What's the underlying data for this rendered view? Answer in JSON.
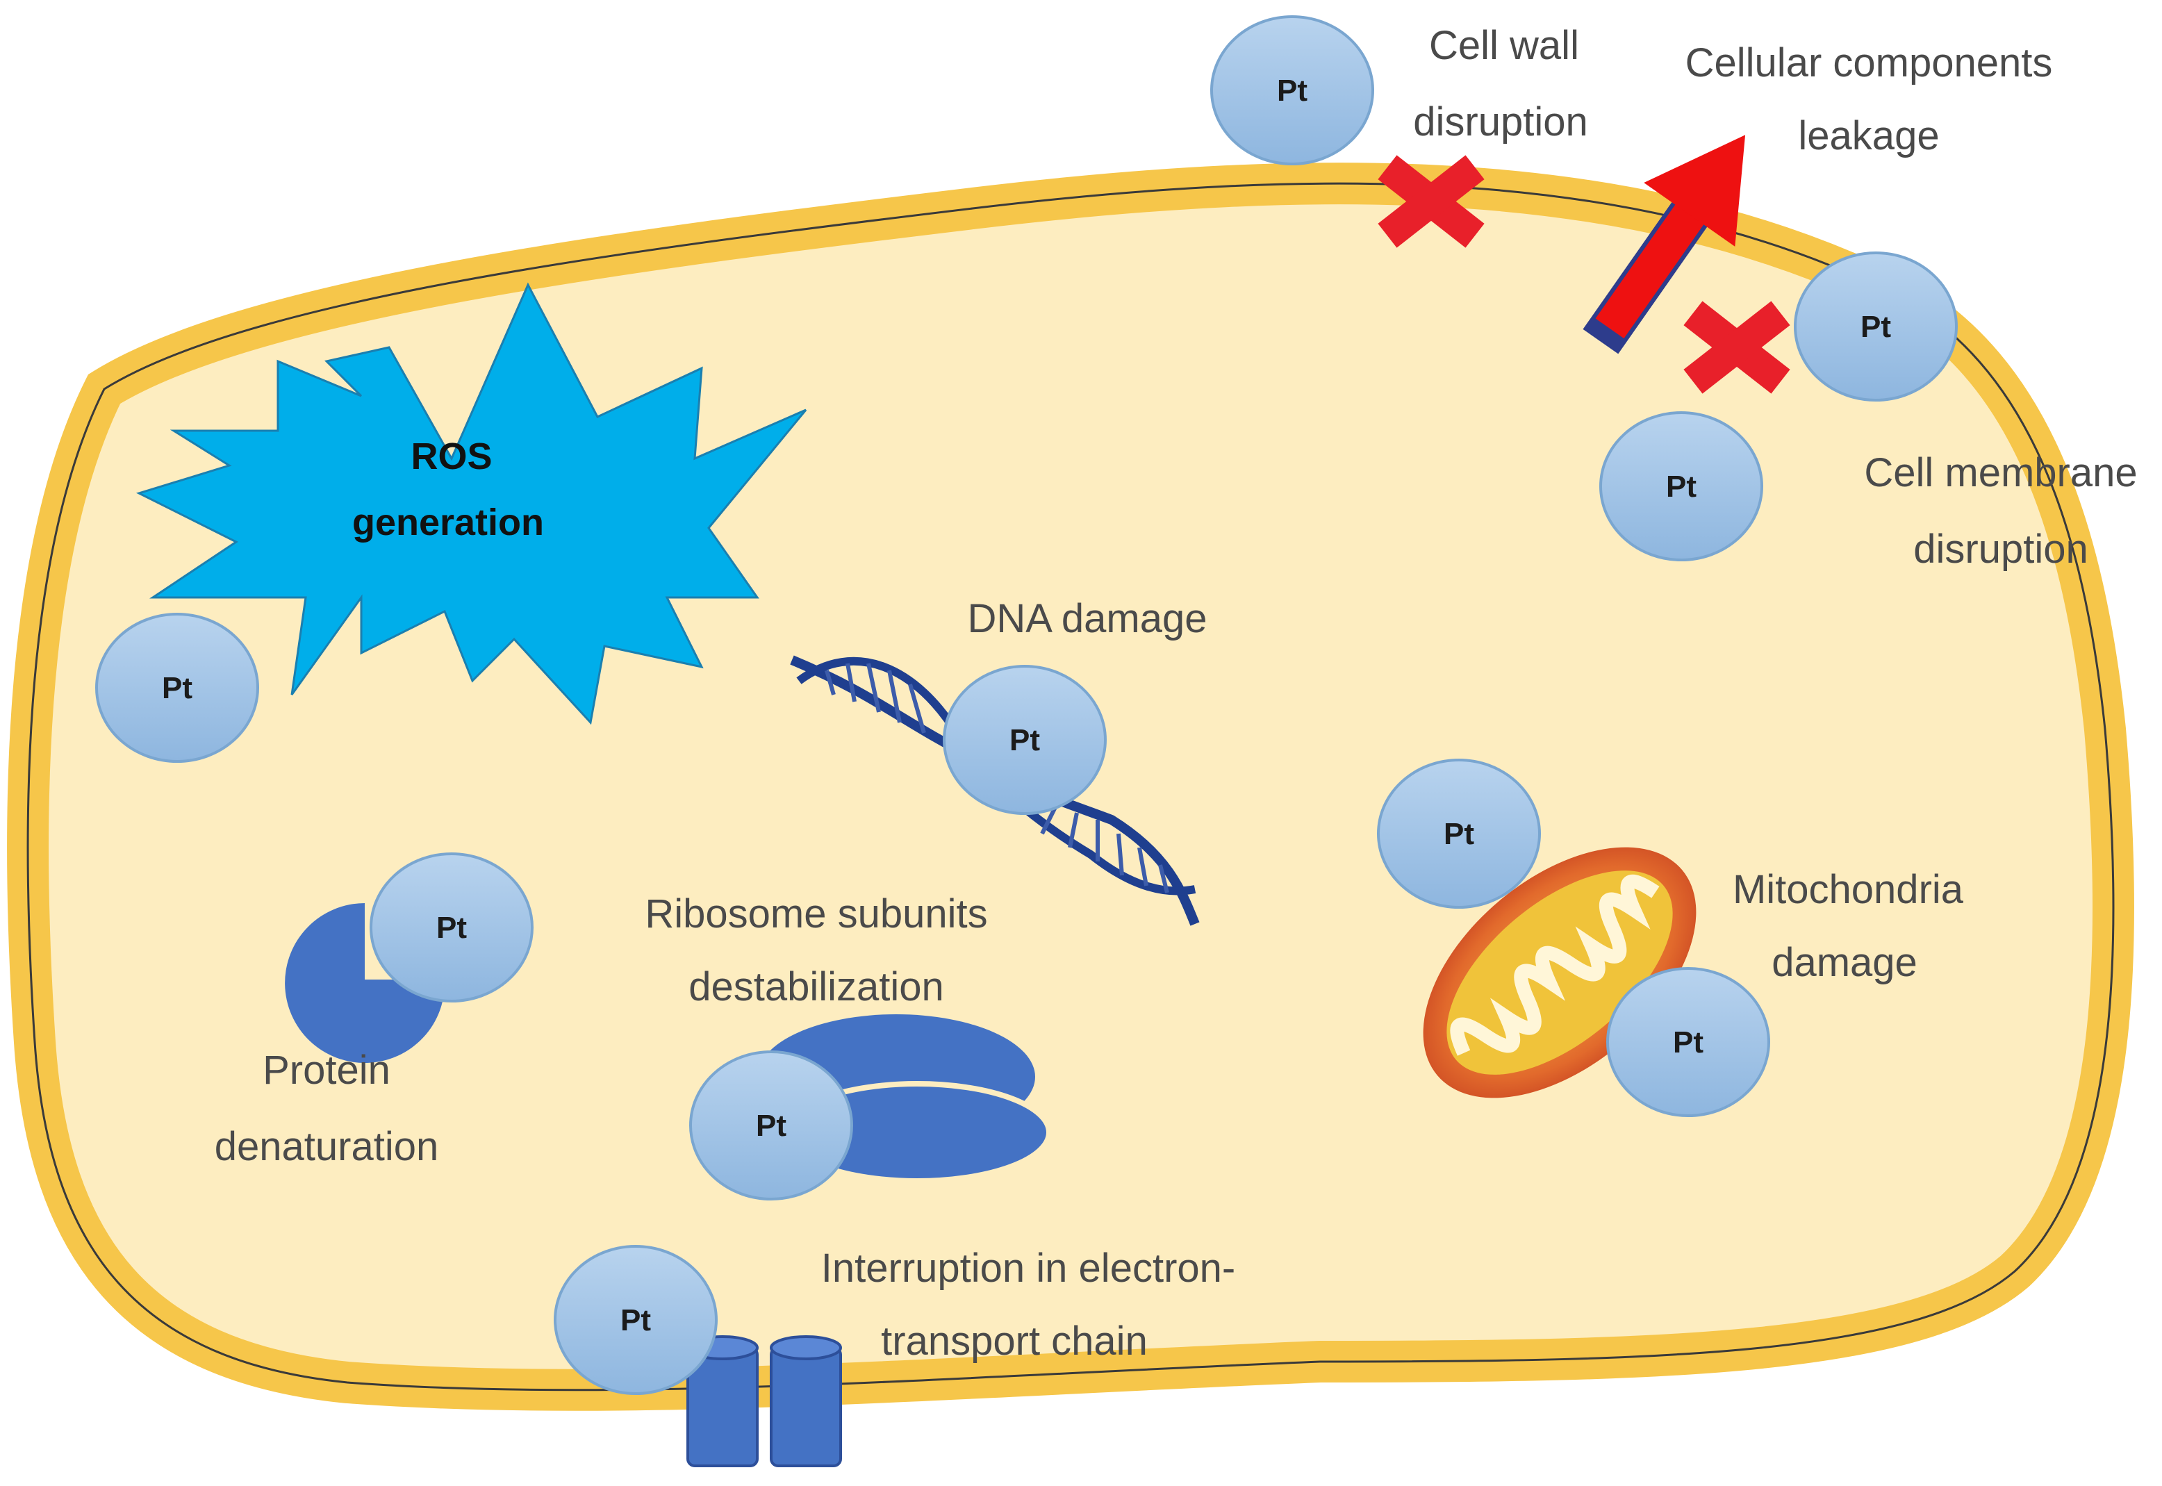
{
  "labels": {
    "cell_wall_line1": "Cell wall",
    "cell_wall_line2": "disruption",
    "leakage_line1": "Cellular components",
    "leakage_line2": "leakage",
    "membrane_line1": "Cell membrane",
    "membrane_line2": "disruption",
    "ros_line1": "ROS",
    "ros_line2": "generation",
    "dna": "DNA damage",
    "ribosome_line1": "Ribosome subunits",
    "ribosome_line2": "destabilization",
    "protein_line1": "Protein",
    "protein_line2": "denaturation",
    "mito_line1": "Mitochondria",
    "mito_line2": "damage",
    "etc_line1": "Interruption in electron-",
    "etc_line2": "transport chain"
  },
  "particle_label": "Pt",
  "colors": {
    "cytoplasm": "#fdedc0",
    "cell_wall": "#f6c64a",
    "cell_wall_edge": "#222222",
    "ros_burst": "#00aeea",
    "particle": "#9dc3e6",
    "particle_edge": "#7aa6d0",
    "dark_blue_shape": "#4472c4",
    "cross": "#e8202a",
    "arrow": "#ee1111",
    "dna_strand": "#1f3f8f"
  }
}
